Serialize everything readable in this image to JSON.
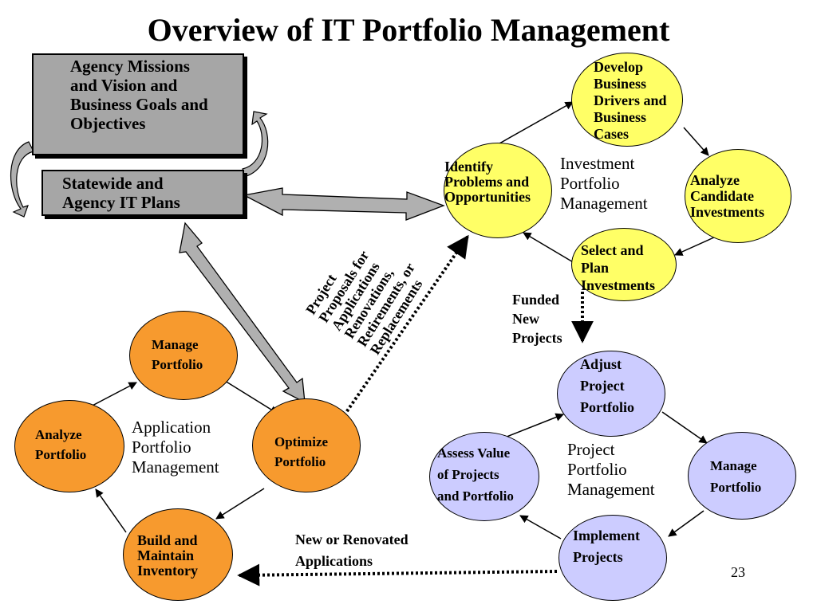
{
  "title": "Overview of IT Portfolio Management",
  "boxes": {
    "missions": [
      "Agency Missions",
      "and Vision and",
      "Business Goals and",
      "Objectives"
    ],
    "plans": [
      "Statewide and",
      "Agency IT Plans"
    ]
  },
  "investment": {
    "label": [
      "Investment",
      "Portfolio",
      "Management"
    ],
    "develop": [
      "Develop",
      "Business",
      "Drivers and",
      "Business",
      "Cases"
    ],
    "identify": [
      "Identify",
      "Problems and",
      "Opportunities"
    ],
    "analyze": [
      "Analyze",
      "Candidate",
      "Investments"
    ],
    "select": [
      "Select and",
      "Plan",
      "Investments"
    ]
  },
  "application": {
    "label": [
      "Application",
      "Portfolio",
      "Management"
    ],
    "manage": [
      "Manage",
      "Portfolio"
    ],
    "analyze": [
      "Analyze",
      "Portfolio"
    ],
    "optimize": [
      "Optimize",
      "Portfolio"
    ],
    "build": [
      "Build and",
      "Maintain",
      "Inventory"
    ]
  },
  "project": {
    "label": [
      "Project",
      "Portfolio",
      "Management"
    ],
    "adjust": [
      "Adjust",
      "Project",
      "Portfolio"
    ],
    "assess": [
      "Assess Value",
      "of Projects",
      "and Portfolio"
    ],
    "manage": [
      "Manage",
      "Portfolio"
    ],
    "implement": [
      "Implement",
      "Projects"
    ]
  },
  "proposals_label": [
    "Project",
    "Proposals for",
    "Applications",
    "Renovations,",
    "Retirements, or",
    "Replacements"
  ],
  "funded_label": [
    "Funded",
    "New",
    "Projects"
  ],
  "new_apps_label": [
    "New or Renovated",
    "Applications"
  ],
  "page_number": "23",
  "colors": {
    "box_gray": "#a6a6a6",
    "yellow": "#ffff66",
    "orange": "#f79a2e",
    "lavender": "#ccccff"
  }
}
